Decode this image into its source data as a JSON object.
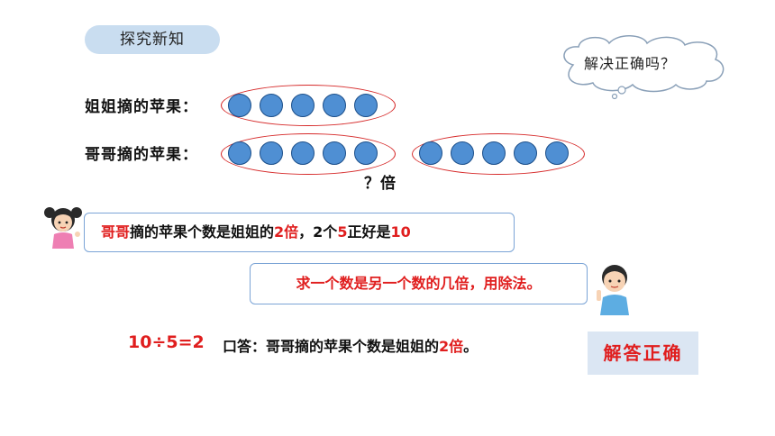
{
  "section_tab": "探究新知",
  "thought_bubble": "解决正确吗？",
  "rows": {
    "sister_label": "姐姐摘的苹果：",
    "brother_label": "哥哥摘的苹果：",
    "times_label": "？倍"
  },
  "girl_speech": {
    "part1": "哥哥",
    "part2": "摘的苹果个数是姐姐的",
    "part3": "2倍",
    "part4": "，2个",
    "part5": "5",
    "part6": "正好是",
    "part7": "10"
  },
  "boy_speech": "求一个数是另一个数的几倍，用除法。",
  "equation": "10÷5=2",
  "answer": {
    "prefix": "口答：哥哥摘的苹果个数是姐姐的",
    "value": "2倍",
    "suffix": "。"
  },
  "verdict_button": "解答正确",
  "colors": {
    "accent_red": "#e01e1e",
    "apple_blue": "#4f8fd3",
    "tab_bg": "#c9ddf0",
    "button_bg": "#dbe6f3"
  },
  "icons": [
    "thought-cloud-icon",
    "girl-avatar-icon",
    "boy-avatar-icon"
  ]
}
